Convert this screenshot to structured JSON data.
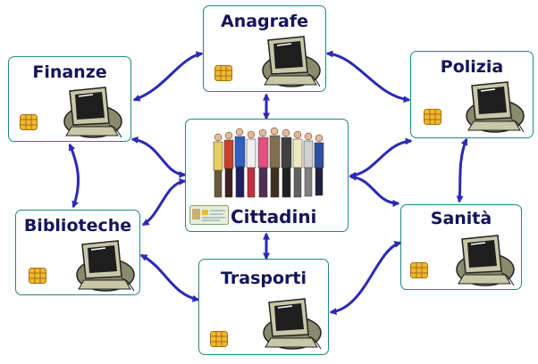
{
  "colors": {
    "arrow": "#2a2ab4",
    "border": "#1f8a86",
    "label": "#14145a",
    "chip": "#f2b830"
  },
  "icons": {
    "terminal": "computer-terminal-icon",
    "chip": "smart-card-chip-icon",
    "people": "citizens-group-icon",
    "card": "id-card-icon"
  },
  "center": {
    "label": "Cittadini"
  },
  "nodes": {
    "anagrafe": {
      "label": "Anagrafe"
    },
    "finanze": {
      "label": "Finanze"
    },
    "polizia": {
      "label": "Polizia"
    },
    "biblioteche": {
      "label": "Biblioteche"
    },
    "sanita": {
      "label": "Sanità"
    },
    "trasporti": {
      "label": "Trasporti"
    }
  }
}
